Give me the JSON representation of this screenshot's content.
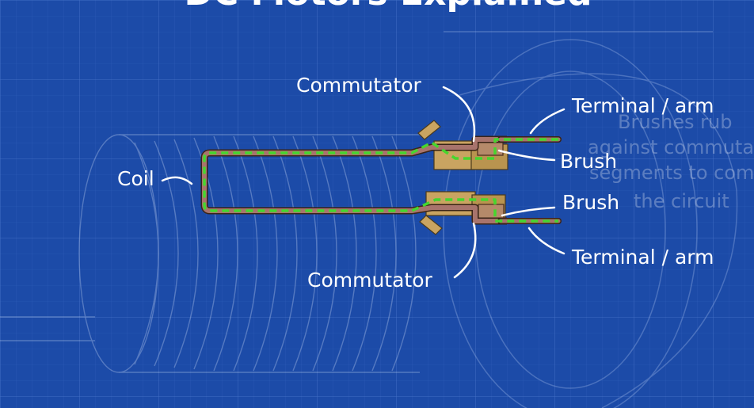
{
  "title": "DC Motors Explained",
  "labels": {
    "commutator_top": "Commutator",
    "commutator_bottom": "Commutator",
    "coil": "Coil",
    "brush_top": "Brush",
    "brush_bottom": "Brush",
    "terminal_top": "Terminal / arm",
    "terminal_bottom": "Terminal / arm"
  },
  "background_text": {
    "line1": "Brushes rub",
    "line2": "against commutator",
    "line3": "segments to complete",
    "line4": "the circuit"
  },
  "colors": {
    "background": "#1c4ba8",
    "wire": "#a8746c",
    "current": "#46d62e",
    "commutator": "#c9a461",
    "brush": "#b58a6a",
    "label": "#ffffff"
  }
}
